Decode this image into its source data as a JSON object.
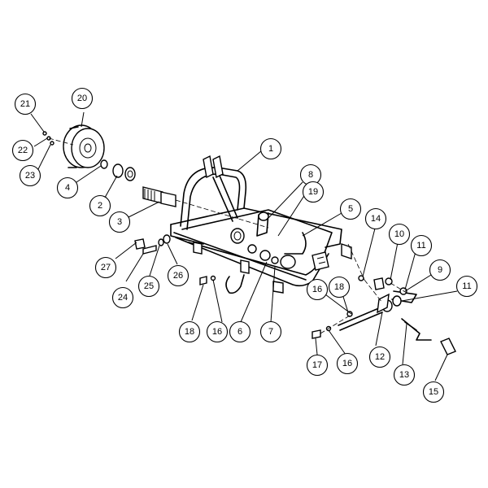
{
  "callouts": [
    {
      "label": "1"
    },
    {
      "label": "2"
    },
    {
      "label": "3"
    },
    {
      "label": "4"
    },
    {
      "label": "5"
    },
    {
      "label": "6"
    },
    {
      "label": "7"
    },
    {
      "label": "8"
    },
    {
      "label": "9"
    },
    {
      "label": "10"
    },
    {
      "label": "11"
    },
    {
      "label": "11"
    },
    {
      "label": "12"
    },
    {
      "label": "13"
    },
    {
      "label": "14"
    },
    {
      "label": "15"
    },
    {
      "label": "16"
    },
    {
      "label": "16"
    },
    {
      "label": "16"
    },
    {
      "label": "17"
    },
    {
      "label": "18"
    },
    {
      "label": "18"
    },
    {
      "label": "19"
    },
    {
      "label": "20"
    },
    {
      "label": "21"
    },
    {
      "label": "22"
    },
    {
      "label": "23"
    },
    {
      "label": "24"
    },
    {
      "label": "25"
    },
    {
      "label": "26"
    },
    {
      "label": "27"
    }
  ]
}
